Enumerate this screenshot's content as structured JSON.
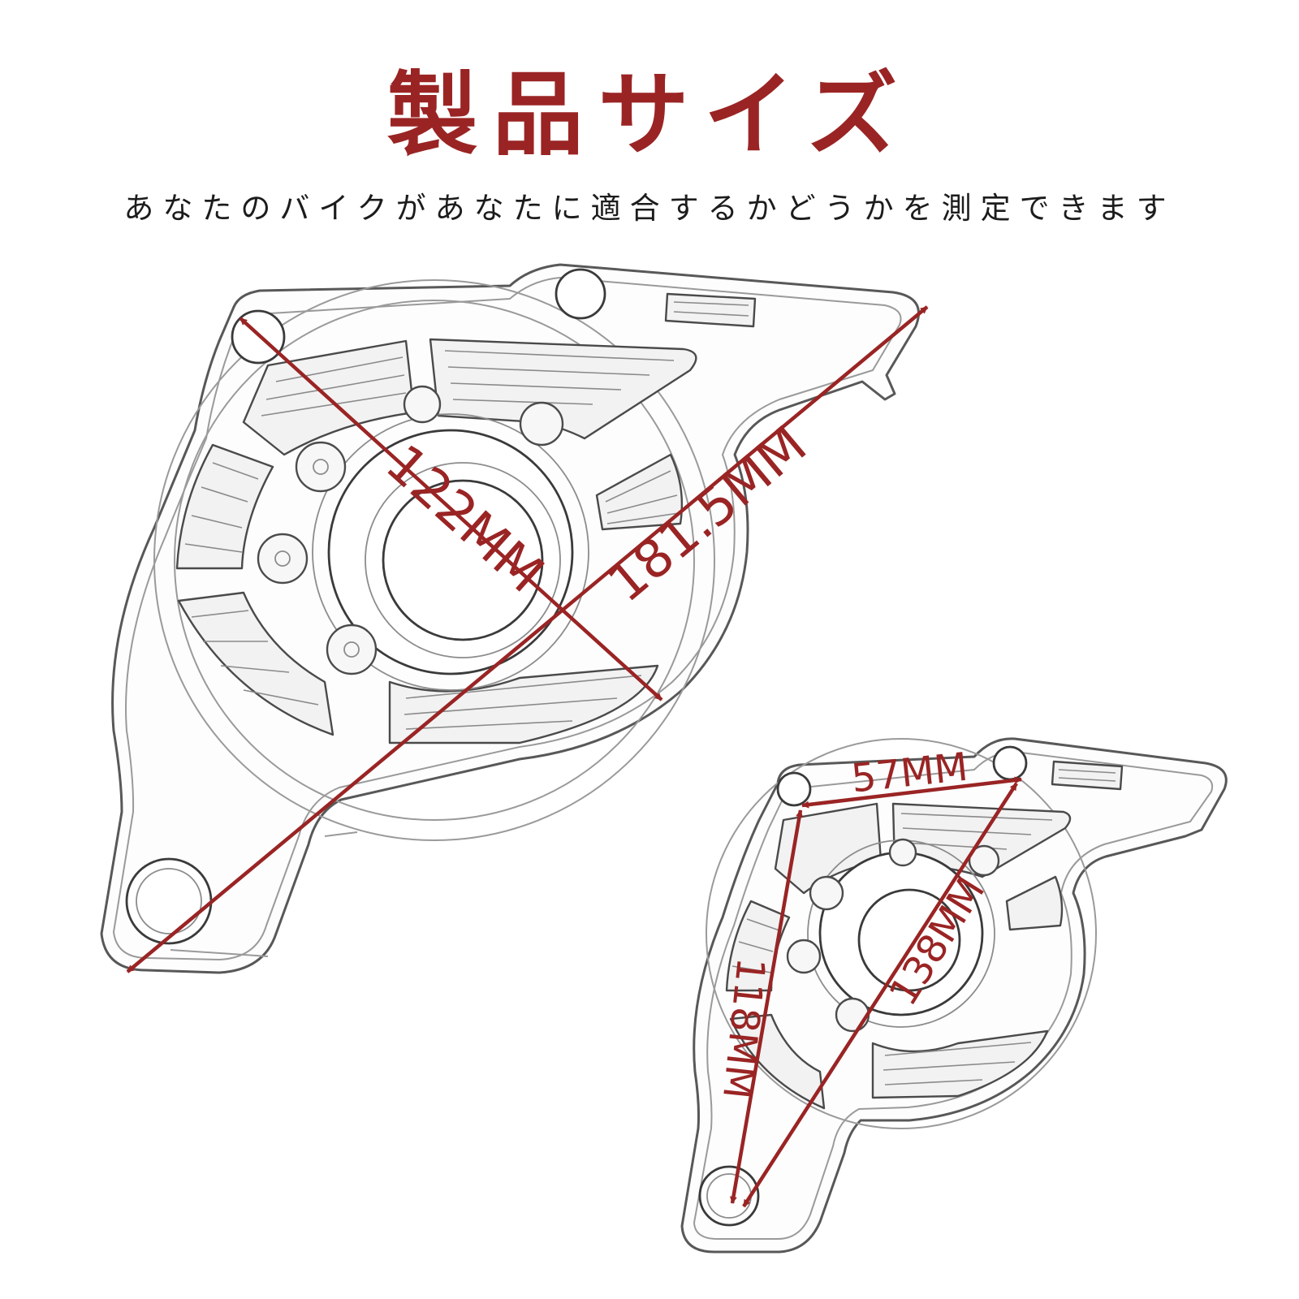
{
  "header": {
    "title": "製品サイズ",
    "subtitle": "あなたのバイクがあなたに適合するかどうかを測定できます"
  },
  "colors": {
    "accent": "#9a2424",
    "line_art": "#585858",
    "background": "#ffffff"
  },
  "dimensions": {
    "large_part": {
      "height_label": "122MM",
      "diagonal_label": "181.5MM"
    },
    "small_part": {
      "top_label": "57MM",
      "side_label": "118MM",
      "diagonal_label": "138MM"
    }
  }
}
